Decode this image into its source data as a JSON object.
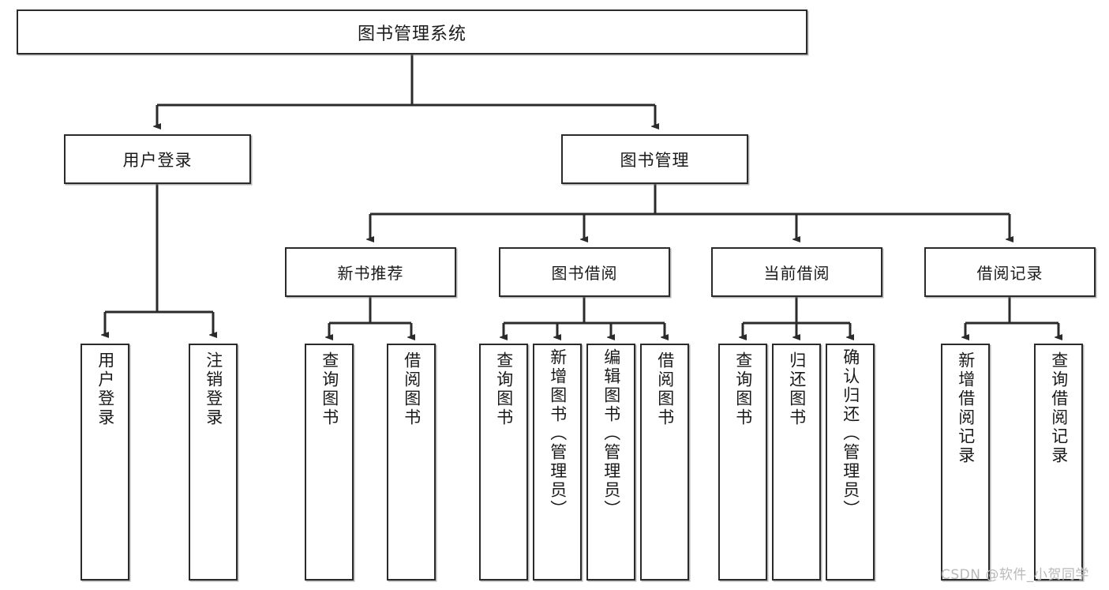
{
  "diagram": {
    "type": "tree-hierarchy-chart",
    "title": "图书管理系统",
    "watermark": "CSDN @软件_小贺同学",
    "colors": {
      "box_border": "#2b2b2b",
      "box_fill": "#ffffff",
      "connector": "#2b2b2b",
      "text": "#1a1a1a",
      "watermark": "#b9b9b9",
      "background": "#ffffff"
    },
    "root": {
      "label": "图书管理系统"
    },
    "level1": [
      {
        "label": "用户登录"
      },
      {
        "label": "图书管理"
      }
    ],
    "level2": [
      {
        "label": "新书推荐"
      },
      {
        "label": "图书借阅"
      },
      {
        "label": "当前借阅"
      },
      {
        "label": "借阅记录"
      }
    ],
    "leaves": {
      "user_login": [
        {
          "label": "用户登录"
        },
        {
          "label": "注销登录"
        }
      ],
      "new_book_recommend": [
        {
          "label": "查询图书"
        },
        {
          "label": "借阅图书"
        }
      ],
      "book_borrow": [
        {
          "label": "查询图书"
        },
        {
          "label": "新增图书（管理员）"
        },
        {
          "label": "编辑图书（管理员）"
        },
        {
          "label": "借阅图书"
        }
      ],
      "current_borrow": [
        {
          "label": "查询图书"
        },
        {
          "label": "归还图书"
        },
        {
          "label": "确认归还（管理员）"
        }
      ],
      "borrow_record": [
        {
          "label": "新增借阅记录"
        },
        {
          "label": "查询借阅记录"
        }
      ]
    }
  }
}
